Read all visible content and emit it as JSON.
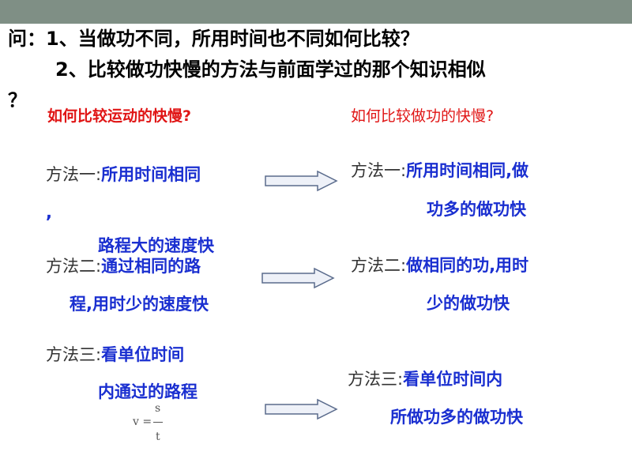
{
  "question": {
    "line1": "问：1、当做功不同，所用时间也不同如何比较？",
    "line2": "2、比较做功快慢的方法与前面学过的那个知识相似",
    "line3": "？"
  },
  "left": {
    "heading": "如何比较运动的快慢?",
    "m1_label": "方法一:",
    "m1_text": "所用时间相同",
    "m1_comma": ",",
    "m1_cont": "路程大的速度快",
    "m2_label": "方法二:",
    "m2_text": "通过相同的路",
    "m2_cont": "程,用时少的速度快",
    "m3_label": "方法三:",
    "m3_text": "看单位时间",
    "m3_cont": "内通过的路程",
    "formula_v": "v =",
    "formula_s": "s",
    "formula_t": "t"
  },
  "right": {
    "heading": "如何比较做功的快慢?",
    "m1_label": "方法一",
    "m1_colon": ":",
    "m1_text": "所用时间相同,做",
    "m1_cont": "功多的做功快",
    "m2_label": "方法二:",
    "m2_text": "做相同的功,用时",
    "m2_cont": "少的做功快",
    "m3_label": "方法三:",
    "m3_text": "看单位时间内",
    "m3_cont": "所做功多的做功快"
  },
  "colors": {
    "header_bar": "#7f8f85",
    "heading_red": "#e01515",
    "method_blue": "#1a2fd0",
    "arrow_fill": "#eef1f8",
    "arrow_stroke": "#5a6b8c"
  },
  "icons": [
    "right-arrow-icon",
    "right-arrow-icon",
    "right-arrow-icon"
  ]
}
